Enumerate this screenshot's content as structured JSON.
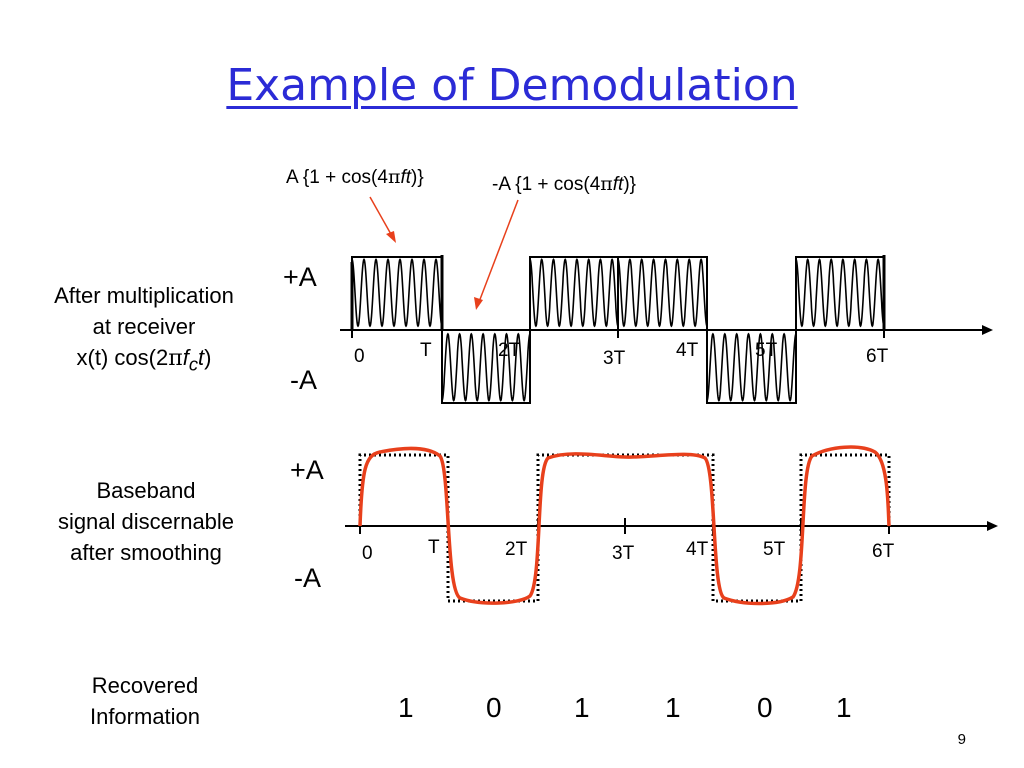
{
  "title": "Example of Demodulation",
  "page_number": "9",
  "formulas": {
    "upper_prefix": "A {1 + cos(4",
    "lower_prefix": "-A {1 + cos(4",
    "pi": "π",
    "var": "ft",
    "suffix": ")}"
  },
  "top_section": {
    "label_line1": "After multiplication",
    "label_line2": "at receiver",
    "label_prefix": "x(t) cos(2",
    "label_pi": "π",
    "label_f": "f",
    "label_sub": "c",
    "label_t": "t",
    "label_close": ")",
    "plus_amp": "+A",
    "minus_amp": "-A",
    "ticks": [
      "0",
      "T",
      "2T",
      "3T",
      "4T",
      "5T",
      "6T"
    ]
  },
  "middle_section": {
    "label_line1": "Baseband",
    "label_line2": "signal discernable",
    "label_line3": "after smoothing",
    "plus_amp": "+A",
    "minus_amp": "-A",
    "ticks": [
      "0",
      "T",
      "2T",
      "3T",
      "4T",
      "5T",
      "6T"
    ]
  },
  "bottom_section": {
    "label_line1": "Recovered",
    "label_line2": "Information",
    "bits": [
      "1",
      "0",
      "1",
      "1",
      "0",
      "1"
    ]
  },
  "colors": {
    "title": "#2b2bd6",
    "smooth_curve": "#e8401c",
    "arrow": "#e8401c"
  }
}
